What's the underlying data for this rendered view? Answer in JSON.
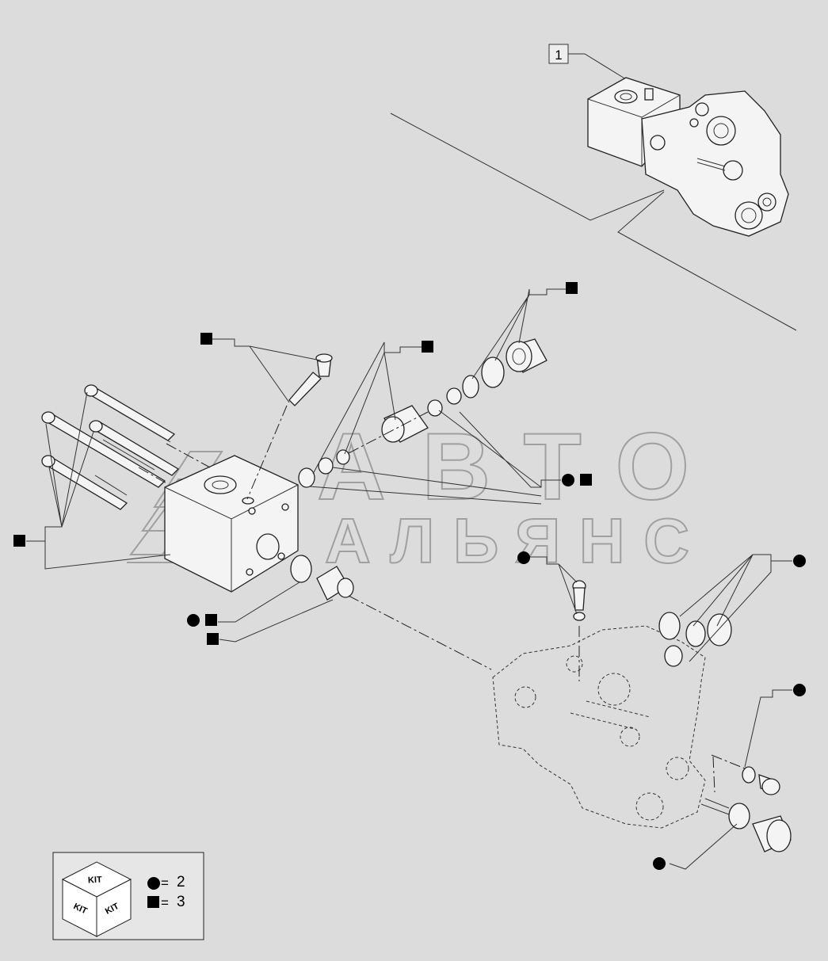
{
  "diagram": {
    "callout_number": "1",
    "watermark": {
      "line1": "АВТО",
      "line2": "АЛЬЯНС"
    },
    "kit_legend": {
      "cube_label": "KIT",
      "entries": [
        {
          "symbol": "circle",
          "count": "2"
        },
        {
          "symbol": "square",
          "count": "3"
        }
      ]
    },
    "colors": {
      "background": "#dcdcdc",
      "ink": "#000000",
      "watermark": "#9a9a9a"
    }
  }
}
